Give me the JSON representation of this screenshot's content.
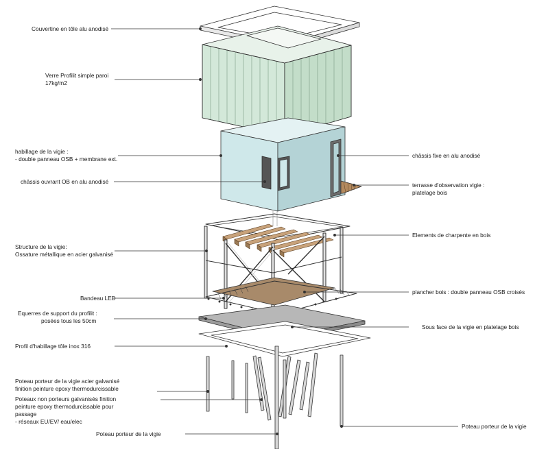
{
  "labels": {
    "couvertine": "Couvertine en tôle alu anodisé",
    "verre_l1": "Verre Profilit simple paroi",
    "verre_l2": "17kg/m2",
    "habillage_l1": "habillage de la vigie :",
    "habillage_l2": "- double panneau OSB + membrane ext.",
    "chassis_ouvrant": "châssis ouvrant OB en alu anodisé",
    "structure_l1": "Structure de la vigie:",
    "structure_l2": "Ossature métallique en acier galvanisé",
    "bandeau": "Bandeau LED",
    "equerres_l1": "Equerres de support du profilit :",
    "equerres_l2": "posées tous les 50cm",
    "profil": "Profil d'habillage tôle inox 316",
    "poteau_porteur_l1": "Poteau porteur de la vigie acier galvanisé",
    "poteau_porteur_l2": "finition peinture epoxy thermodurcissable",
    "poteaux_non_l1": "Poteaux non  porteurs  galvanisés finition",
    "poteaux_non_l2": "peinture epoxy thermodurcissable pour",
    "poteaux_non_l3": "passage",
    "poteaux_non_l4": "- réseaux EU/EV/ eau/elec",
    "poteau_bottom": "Poteau porteur de la vigie",
    "chassis_fixe": "châssis fixe en alu anodisé",
    "terrasse_l1": "terrasse d'observation vigie :",
    "terrasse_l2": "platelage bois",
    "elements": "Elements de charpente en bois",
    "plancher": "plancher bois : double panneau OSB croisés",
    "sous_face": "Sous face de la vigie en platelage bois",
    "poteau_right": "Poteau porteur de la vigie"
  },
  "colors": {
    "glass": "#d3e8d9",
    "wall": "#cfe8ea",
    "wall_side": "#b4d3d6",
    "wood": "#c8a27a",
    "floor": "#a88a6a",
    "underside": "#b7b7b7",
    "steel": "#d6d6d6",
    "line": "#333333"
  }
}
